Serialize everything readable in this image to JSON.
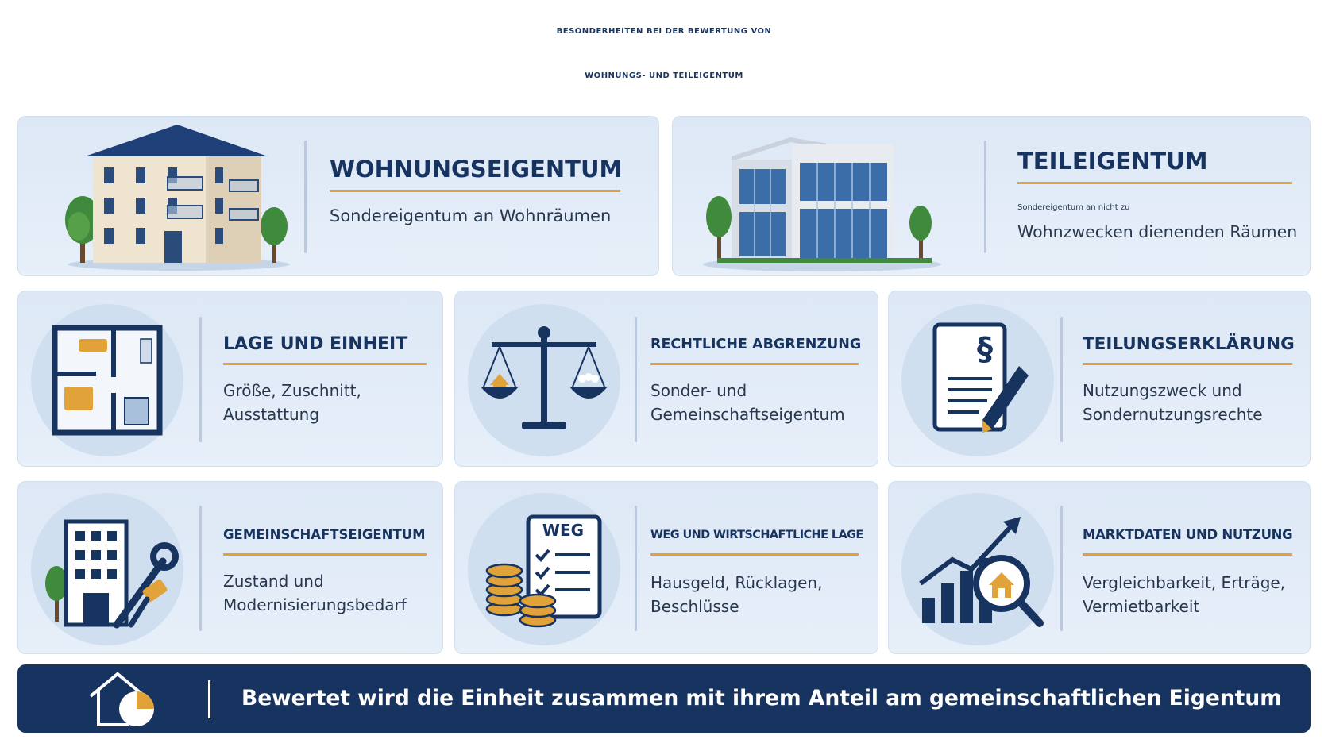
{
  "title": {
    "line1": "BESONDERHEITEN BEI DER BEWERTUNG VON",
    "line2": "WOHNUNGS- UND TEILEIGENTUM"
  },
  "top_cards": [
    {
      "title": "WOHNUNGSEIGENTUM",
      "text_lines": [
        "Sondereigentum an Wohnräumen"
      ],
      "icon": "apartment-building-icon"
    },
    {
      "title": "TEILEIGENTUM",
      "text_lines": [
        "Sondereigentum an nicht zu",
        "Wohnzwecken dienenden Räumen"
      ],
      "icon": "office-building-icon"
    }
  ],
  "feature_cards": [
    {
      "title": "LAGE UND EINHEIT",
      "text_lines": [
        "Größe, Zuschnitt,",
        "Ausstattung"
      ],
      "icon": "floor-plan-icon"
    },
    {
      "title": "RECHTLICHE ABGRENZUNG",
      "text_lines": [
        "Sonder- und",
        "Gemeinschaftseigentum"
      ],
      "icon": "scales-icon"
    },
    {
      "title": "TEILUNGSERKLÄRUNG",
      "text_lines": [
        "Nutzungszweck und",
        "Sondernutzungsrechte"
      ],
      "icon": "paragraph-document-icon",
      "icon_label": "§"
    },
    {
      "title": "GEMEINSCHAFTSEIGENTUM",
      "text_lines": [
        "Zustand und",
        "Modernisierungsbedarf"
      ],
      "icon": "building-tools-icon"
    },
    {
      "title": "WEG UND WIRTSCHAFTLICHE LAGE",
      "text_lines": [
        "Hausgeld, Rücklagen,",
        "Beschlüsse"
      ],
      "icon": "weg-checklist-coins-icon",
      "icon_label": "WEG"
    },
    {
      "title": "MARKTDATEN UND NUTZUNG",
      "text_lines": [
        "Vergleichbarkeit, Erträge,",
        "Vermietbarkeit"
      ],
      "icon": "market-chart-magnifier-icon"
    }
  ],
  "banner": {
    "text": "Bewertet wird die Einheit zusammen mit ihrem Anteil am gemeinschaftlichen Eigentum",
    "icon": "house-pie-chart-icon"
  },
  "colors": {
    "navy": "#17335f",
    "accent": "#e2a23a",
    "card_bg": "#e2ecf8",
    "circle_bg": "#cfdff0"
  }
}
